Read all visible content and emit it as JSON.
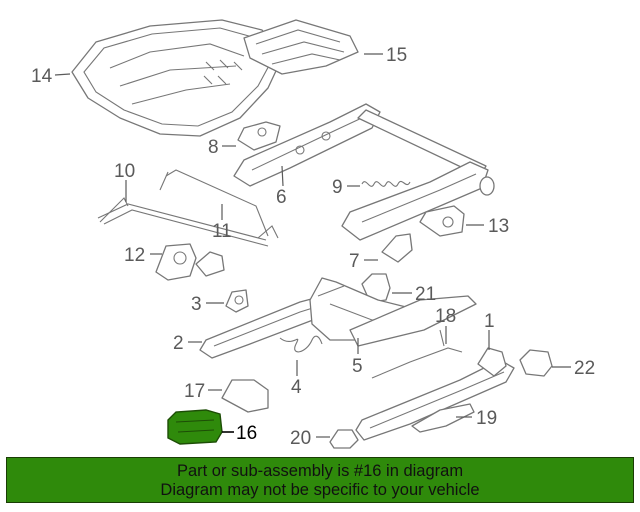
{
  "diagram": {
    "labels": [
      "14",
      "15",
      "8",
      "6",
      "10",
      "9",
      "13",
      "11",
      "12",
      "7",
      "21",
      "3",
      "18",
      "1",
      "2",
      "5",
      "22",
      "4",
      "17",
      "19",
      "16",
      "20"
    ],
    "highlighted_part": "16"
  },
  "banner": {
    "line1": "Part or sub-assembly is #16 in diagram",
    "line2": "Diagram may not be specific to your vehicle"
  },
  "colors": {
    "banner_bg": "#2f8a0b",
    "highlight_part_fill": "#2f8a0b",
    "line_art": "#777777",
    "label_text": "#5a5a5a"
  }
}
